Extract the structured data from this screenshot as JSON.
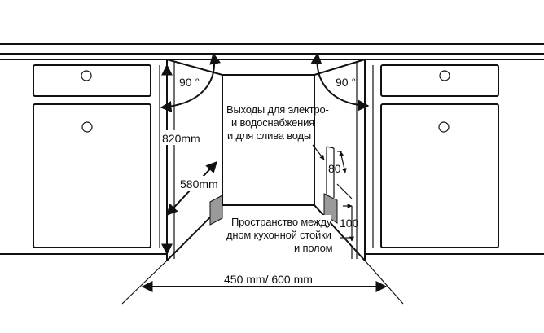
{
  "annotations": {
    "angle_left": "90 °",
    "angle_right": "90 °",
    "height_820": "820mm",
    "depth_580": "580mm",
    "outlets_line1": "Выходы для электро-",
    "outlets_line2": "и водоснабжения",
    "outlets_line3": "и для слива воды",
    "dim_80": "80",
    "dim_100": "100",
    "space_line1": "Пространство между",
    "space_line2": "дном кухонной стойки",
    "space_line3": "и полом",
    "width_450_600": "450 mm/ 600 mm"
  },
  "colors": {
    "line": "#111111",
    "plinth_gray": "#9a9a9a",
    "background": "#ffffff"
  },
  "icons": [
    "curved-arrow-left-icon",
    "curved-arrow-right-icon",
    "dimension-arrow-icon"
  ]
}
